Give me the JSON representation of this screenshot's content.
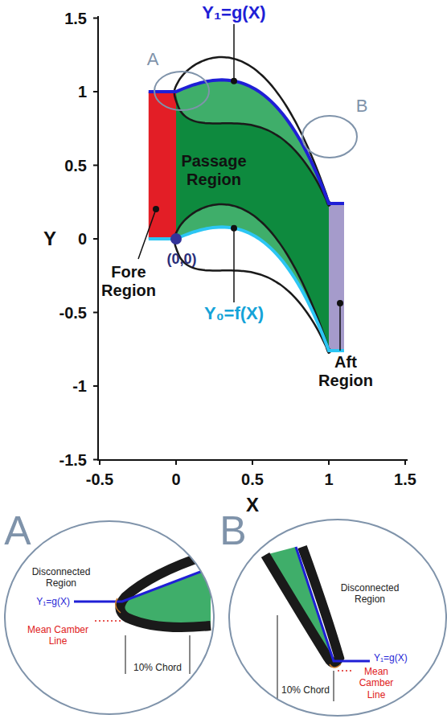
{
  "diagram": {
    "labels": [
      "Y₁=g(X)",
      "A",
      "Passage Region",
      "B",
      "(0,0)",
      "Fore Region",
      "Y₀=f(X)",
      "Aft Region",
      "1.5",
      "1",
      "0.5",
      "0",
      "-0.5",
      "-1",
      "-1.5",
      "Y",
      "-0.5",
      "0",
      "0.5",
      "1",
      "1.5",
      "X",
      "A",
      "Disconnected Region",
      "Y₁=g(X)",
      "Mean Camber Line",
      "10% Chord",
      "B",
      "Disconnected Region",
      "Y₁=g(X)",
      "Mean Camber Line",
      "10% Chord"
    ]
  }
}
